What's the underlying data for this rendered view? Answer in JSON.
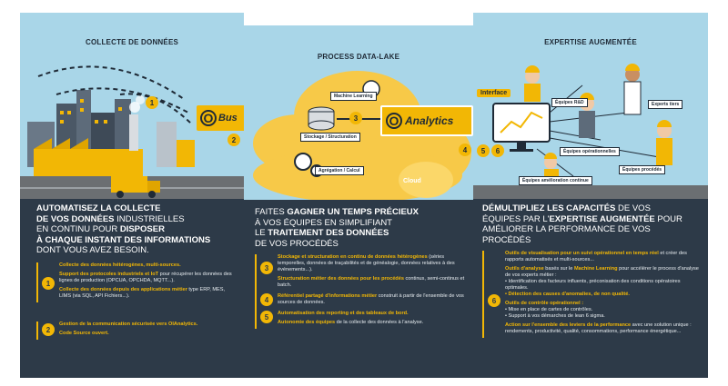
{
  "panel1": {
    "section_title": "COLLECTE DE DONNÉES",
    "bus_label": "Bus",
    "step1": "1",
    "step2": "2",
    "heading": [
      {
        "t": "AUTOMATISEZ LA COLLECTE",
        "s": "b"
      },
      {
        "t": "DE VOS DONNÉES",
        "s": "b"
      },
      {
        "t": " INDUSTRIELLES",
        "s": "n"
      },
      {
        "t": "EN CONTINU POUR ",
        "s": "n"
      },
      {
        "t": "DISPOSER",
        "s": "b"
      },
      {
        "t": "À CHAQUE INSTANT DES INFORMATIONS",
        "s": "b"
      },
      {
        "t": "DONT VOUS AVEZ BESOIN.",
        "s": "n"
      }
    ],
    "box1_number": "1",
    "box1_items": [
      {
        "title": "Collecte des données hétérogènes, multi-sources.",
        "text": ""
      },
      {
        "title": "Support des protocoles industriels et IoT",
        "text": " pour récupérer les données des lignes de production (OPCUA, OPCHDA, MQTT...)."
      },
      {
        "title": "Collecte des données depuis des applications métier",
        "text": " type ERP, MES, LIMS (via SQL, API Fichiers...)."
      }
    ],
    "box2_number": "2",
    "box2_items": [
      {
        "title": "Gestion de la communication sécurisée vers OIAnalytics.",
        "text": ""
      },
      {
        "title": "Code Source ouvert.",
        "text": ""
      }
    ]
  },
  "panel2": {
    "section_title": "PROCESS DATA-LAKE",
    "analytics_label": "Analytics",
    "machine_learning": "Machine Learning",
    "stockage": "Stockage / Structuration",
    "agregation": "Agrégation / Calcul",
    "cloud": "Cloud",
    "step3": "3",
    "step4": "4",
    "heading_line1": "FAITES ",
    "heading_line1b": "GAGNER UN TEMPS PRÉCIEUX",
    "heading_line2": "À VOS ÉQUIPES EN SIMPLIFIANT",
    "heading_line3": "LE ",
    "heading_line3b": "TRAITEMENT DES DONNÉES",
    "heading_line4": "DE VOS PROCÉDÉS",
    "box_numbers": [
      "3",
      "4",
      "5"
    ],
    "box3_items": [
      {
        "title": "Stockage et structuration en continu de données hétérogènes",
        "text": " (séries temporelles, données de traçabilités et de généalogie, données relatives à des événements...)."
      },
      {
        "title": "Structuration métier des données pour les procédés",
        "text": " continus, semi-continus et batch."
      }
    ],
    "box4_items": [
      {
        "title": "Référentiel partagé d'informations métier",
        "text": " construit à partir de l'ensemble de vos sources de données."
      }
    ],
    "box5_items": [
      {
        "title": "Automatisation des reporting et des tableaux de bord.",
        "text": ""
      },
      {
        "title": "Autonomie des équipes",
        "text": " de la collecte des données à l'analyse."
      }
    ]
  },
  "panel3": {
    "section_title": "EXPERTISE AUGMENTÉE",
    "interface": "Interface",
    "step5": "5",
    "step6": "6",
    "equipes_rd": "Équipes R&D",
    "experts_tiers": "Experts tiers",
    "equipes_operationnelles": "Équipes opérationnelles",
    "equipes_procedes": "Équipes procédés",
    "equipes_amelioration": "Équipes amélioration continue",
    "heading_line1a": "DÉMULTIPLIEZ LES CAPACITÉS",
    "heading_line1b": " DE VOS",
    "heading_line2a": "ÉQUIPES PAR L'",
    "heading_line2b": "EXPERTISE AUGMENTÉE",
    "heading_line2c": " POUR",
    "heading_line3": "AMÉLIORER LA PERFORMANCE DE VOS PROCÉDÉS",
    "box_number": "6",
    "b1_title": "Outils de visualisation pour un suivi opérationnel en temps réel",
    "b1_text": " et créer des rapports automatisés et multi-sources...",
    "b2_title": "Outils d'analyse",
    "b2_text": " basés sur le ",
    "b2_ml": "Machine Learning",
    "b2_text2": " pour accélérer le process d'analyse de vos experts métier :",
    "b2_bullets": [
      "• Identification des facteurs influents, préconisation des conditions opératoires optimales.",
      "• Détection des causes d'anomalies, de non qualité."
    ],
    "b3_title": "Outils de contrôle opérationnel :",
    "b3_bullets": [
      "• Mise en place de cartes de contrôles.",
      "• Support à vos démarches de lean 6 sigma."
    ],
    "b4_title": "Action sur l'ensemble des leviers de la performance",
    "b4_text": " avec une solution unique : rendements, productivité, qualité, consommations, performance énergétique..."
  },
  "colors": {
    "accent": "#f2b705",
    "dark": "#2d3a48",
    "sky": "#a9d6e8",
    "cloud": "#f7c948"
  }
}
